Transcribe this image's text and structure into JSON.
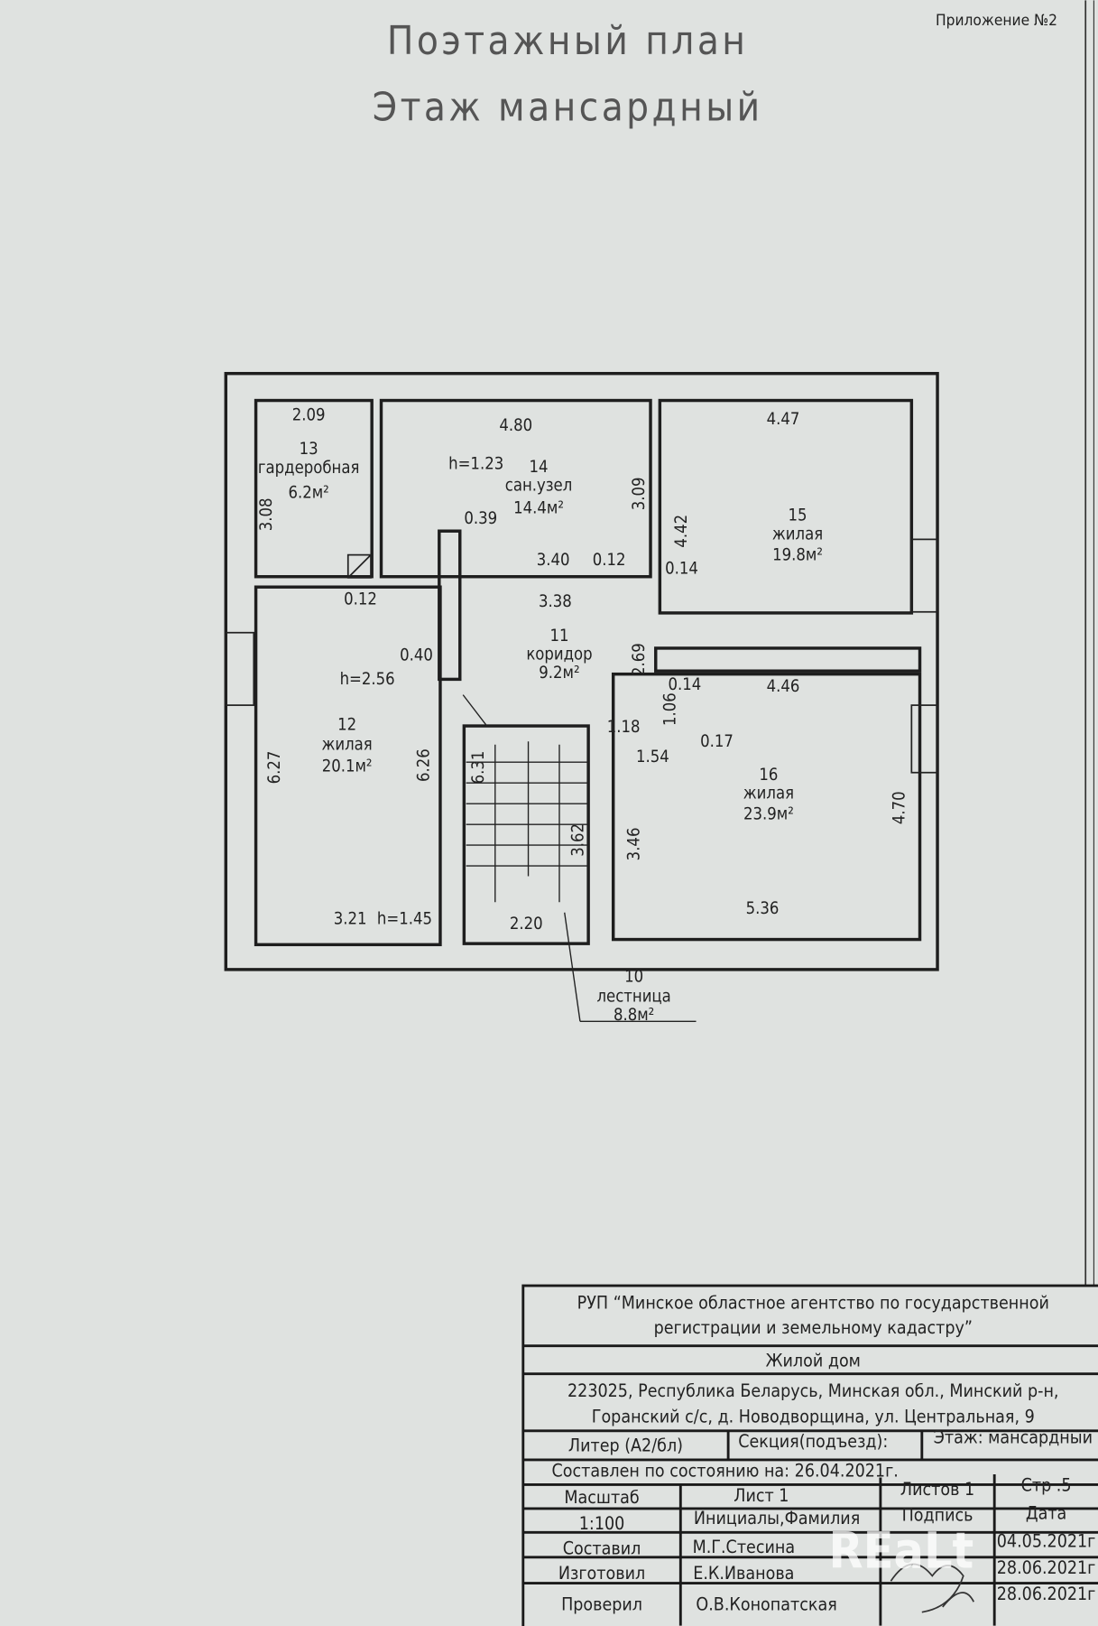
{
  "appendix": "Приложение №2",
  "title": {
    "line1": "Поэтажный план",
    "line2": "Этаж мансардный"
  },
  "rooms": [
    {
      "num": "13",
      "name": "гардеробная",
      "area": "6.2м²"
    },
    {
      "num": "14",
      "name": "сан.узел",
      "area": "14.4м²"
    },
    {
      "num": "15",
      "name": "жилая",
      "area": "19.8м²"
    },
    {
      "num": "11",
      "name": "коридор",
      "area": "9.2м²"
    },
    {
      "num": "12",
      "name": "жилая",
      "area": "20.1м²"
    },
    {
      "num": "16",
      "name": "жилая",
      "area": "23.9м²"
    },
    {
      "num": "10",
      "name": "лестница",
      "area": "8.8м²"
    }
  ],
  "dims": [
    "2.09",
    "4.80",
    "4.47",
    "3.08",
    "h=1.23",
    "3.09",
    "4.42",
    "0.39",
    "3.40",
    "0.12",
    "0.14",
    "0.12",
    "3.38",
    "2.69",
    "0.40",
    "h=2.56",
    "0.14",
    "4.46",
    "1.06",
    "1.18",
    "0.17",
    "1.54",
    "6.27",
    "6.26",
    "6.31",
    "3.62",
    "3.46",
    "4.70",
    "3.21",
    "h=1.45",
    "2.20",
    "5.36"
  ],
  "titleblock": {
    "org1": "РУП “Минское областное агентство по государственной",
    "org2": "регистрации и земельному кадастру”",
    "object": "Жилой дом",
    "addr1": "223025, Республика Беларусь, Минская обл., Минский р-н,",
    "addr2": "Горанский с/с, д. Новодворщина, ул. Центральная, 9",
    "liter": "Литер  (А2/бл)",
    "section": "Секция(подъезд):",
    "floor": "Этаж: мансардный",
    "state": "Составлен по состоянию на: 26.04.2021г.",
    "scale_h": "Масштаб",
    "sheet": "Лист 1",
    "sheets": "Листов 1",
    "page": "Стр .5",
    "scale": "1:100",
    "initials": "Инициалы,Фамилия",
    "signature": "Подпись",
    "date_h": "Дата",
    "rows": [
      {
        "role": "Составил",
        "name": "М.Г.Стесина",
        "date": "04.05.2021г"
      },
      {
        "role": "Изготовил",
        "name": "Е.К.Иванова",
        "date": "28.06.2021г"
      },
      {
        "role": "Проверил",
        "name": "О.В.Конопатская",
        "date": "28.06.2021г"
      }
    ]
  },
  "watermark": "Realt"
}
